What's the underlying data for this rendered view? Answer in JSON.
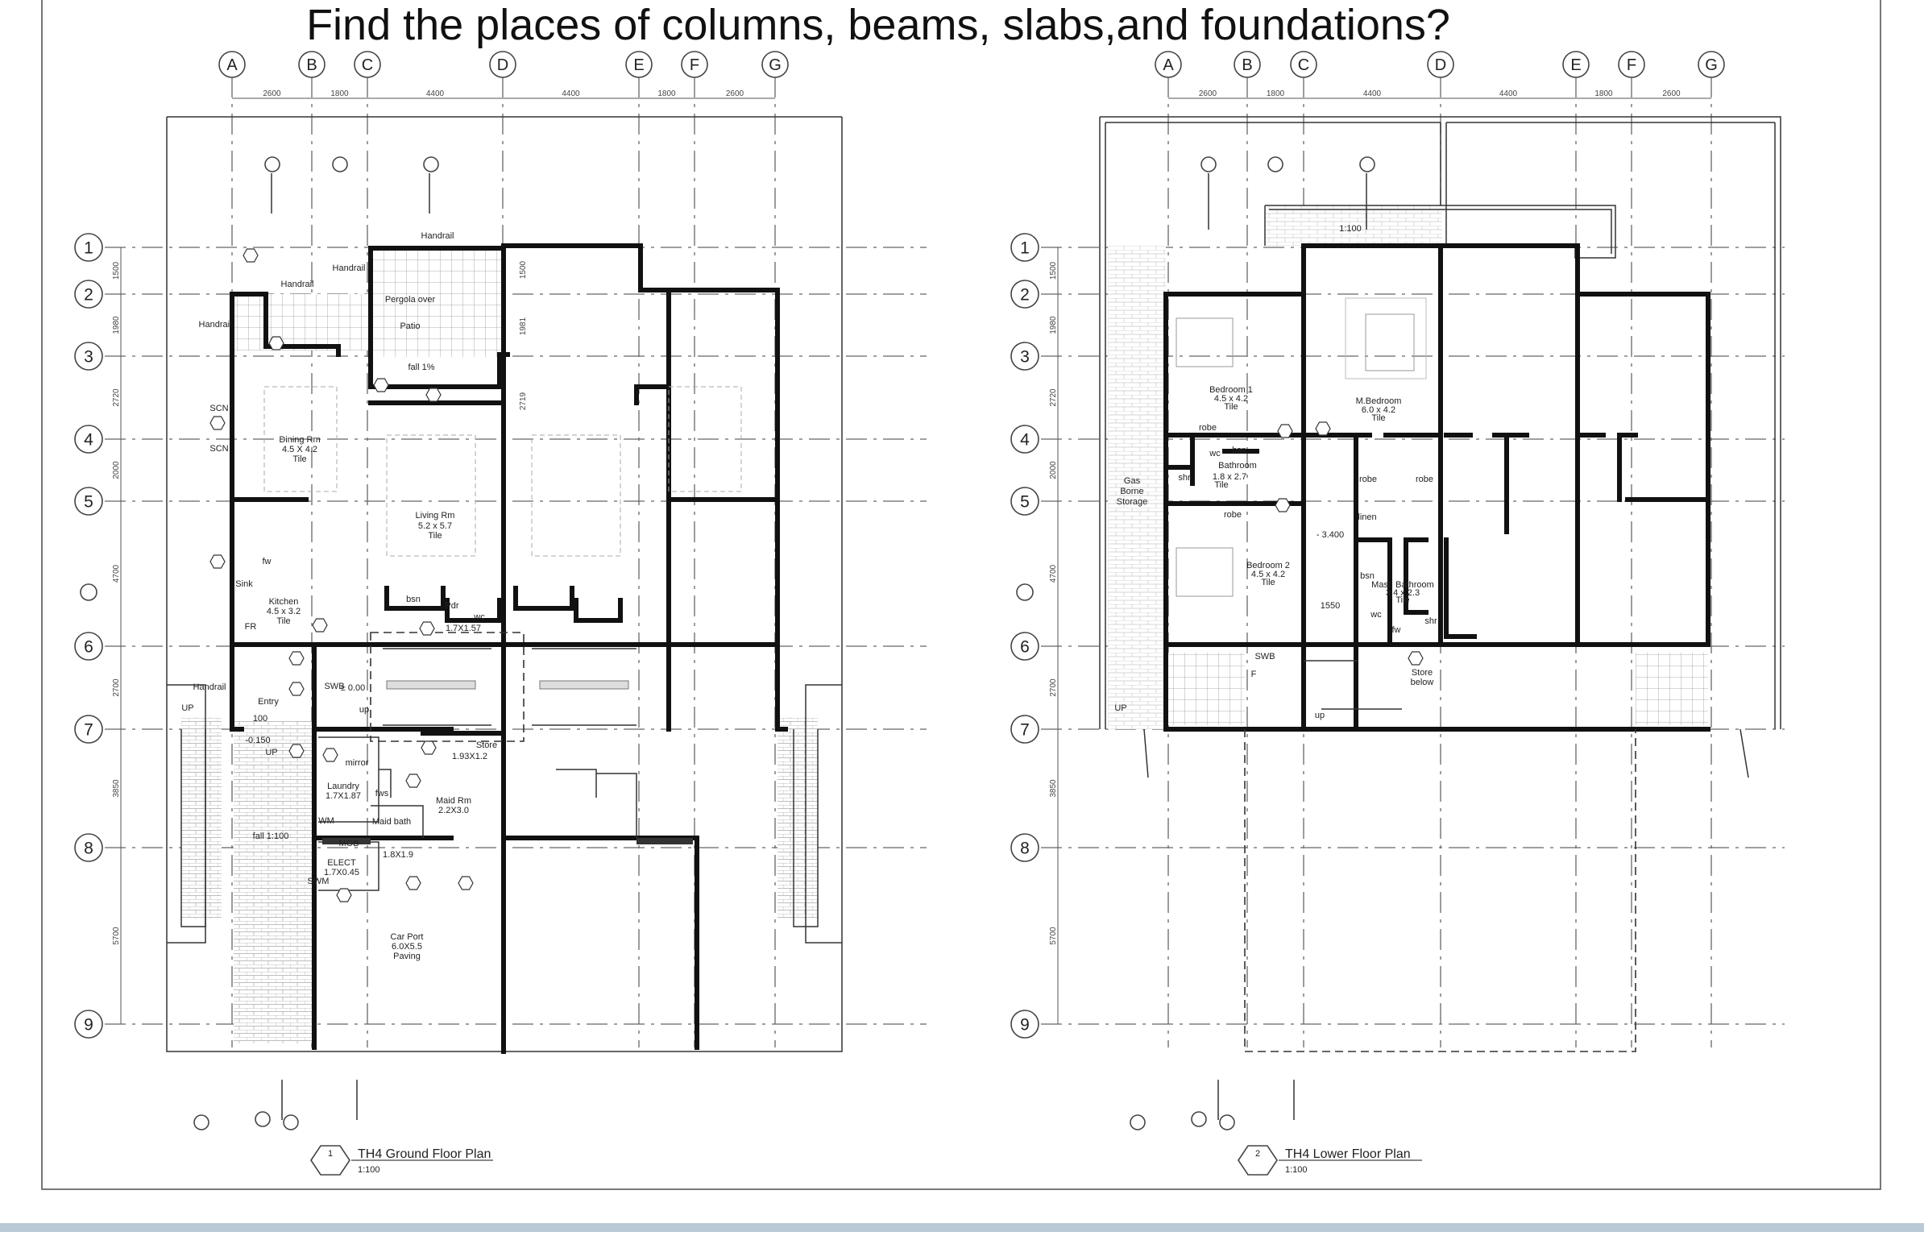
{
  "question": "Find the places of columns, beams, slabs,and foundations?",
  "grid": {
    "columns": [
      "A",
      "B",
      "C",
      "D",
      "E",
      "F",
      "G"
    ],
    "rows": [
      "1",
      "2",
      "3",
      "4",
      "5",
      "6",
      "7",
      "8",
      "9"
    ],
    "column_dimensions": [
      "2600",
      "1800",
      "4400",
      "4400",
      "1800",
      "2600"
    ],
    "row_dimensions": [
      "1500",
      "1980",
      "2720",
      "2000",
      "4700",
      "2700",
      "3850",
      "5700"
    ]
  },
  "ground_plan": {
    "number": "1",
    "title": "TH4 Ground Floor Plan",
    "scale": "1:100",
    "labels": {
      "handrail_top": "Handrail",
      "handrail_left": "Handrail",
      "handrail_mid": "Handrail",
      "handrail_far": "Handrail",
      "handrail_entry": "Handrail",
      "pergola": "Pergola over",
      "patio": "Patio",
      "fall1": "fall 1%",
      "scn1": "SCN",
      "scn2": "SCN",
      "dining_name": "Dining Rm",
      "dining_size": "4.5 X 4.2",
      "dining_finish": "Tile",
      "living_name": "Living Rm",
      "living_size": "5.2 x 5.7",
      "living_finish": "Tile",
      "kitchen_name": "Kitchen",
      "kitchen_size": "4.5 x 3.2",
      "kitchen_finish": "Tile",
      "sink": "Sink",
      "fr": "FR",
      "fw": "fw",
      "bsn": "bsn",
      "pdr": "Pdr",
      "wc": "wc",
      "pdr_size": "1.7X1.57",
      "entry": "Entry",
      "level": "± 0.00",
      "up1": "UP",
      "up2": "UP",
      "up3": "up",
      "swb": "SWB",
      "store": "Store",
      "store_size": "1.93X1.2",
      "mirror": "mirror",
      "laundry_name": "Laundry",
      "laundry_size": "1.7X1.87",
      "fws": "fws",
      "wm": "WM",
      "maid_bath": "Maid bath",
      "maid_rm": "Maid Rm",
      "maid_size": "2.2X3.0",
      "bath_size": "1.8X1.9",
      "elect": "ELECT",
      "elect_size": "1.7X0.45",
      "fall100": "fall 1:100",
      "carport_name": "Car Port",
      "carport_size": "6.0X5.5",
      "carport_finish": "Paving",
      "level2": "-0.150",
      "dim1981": "1981",
      "dim1500": "1500",
      "dim2719": "2719",
      "dim100": "100",
      "mob": "MOB",
      "swm": "SWM"
    }
  },
  "lower_plan": {
    "number": "2",
    "title": "TH4 Lower  Floor Plan",
    "scale": "1:100",
    "labels": {
      "scale_mark": "1:100",
      "bed1_name": "Bedroom 1",
      "bed1_size": "4.5 x 4.2",
      "bed1_finish": "Tile",
      "mbed_name": "M.Bedroom",
      "mbed_size": "6.0 x 4.2",
      "mbed_finish": "Tile",
      "robe1": "robe",
      "robe2": "robe",
      "robe3": "robe",
      "robe4": "robe",
      "wc": "wc",
      "bsn": "bsn",
      "bathroom": "Bathroom",
      "bath_size": "1.8 x 2.7",
      "bath_finish": "Tile",
      "shr": "shr",
      "gas1": "Gas",
      "gas2": "Borne",
      "gas3": "Storage",
      "linen": "linen",
      "level": "- 3.400",
      "bed2_name": "Bedroom 2",
      "bed2_size": "4.5 x 4.2",
      "bed2_finish": "Tile",
      "dim1550": "1550",
      "mbath_bsn": "bsn",
      "mbath_name": "Mast. Bathroom",
      "mbath_size": "3.4 x 2.3",
      "mbath_finish": "Tile",
      "mbath_wc": "wc",
      "mbath_shr": "shr",
      "mbath_fw": "fw",
      "swb": "SWB",
      "store1": "Store",
      "store2": "below",
      "up1": "UP",
      "up2": "up",
      "f": "F"
    }
  }
}
